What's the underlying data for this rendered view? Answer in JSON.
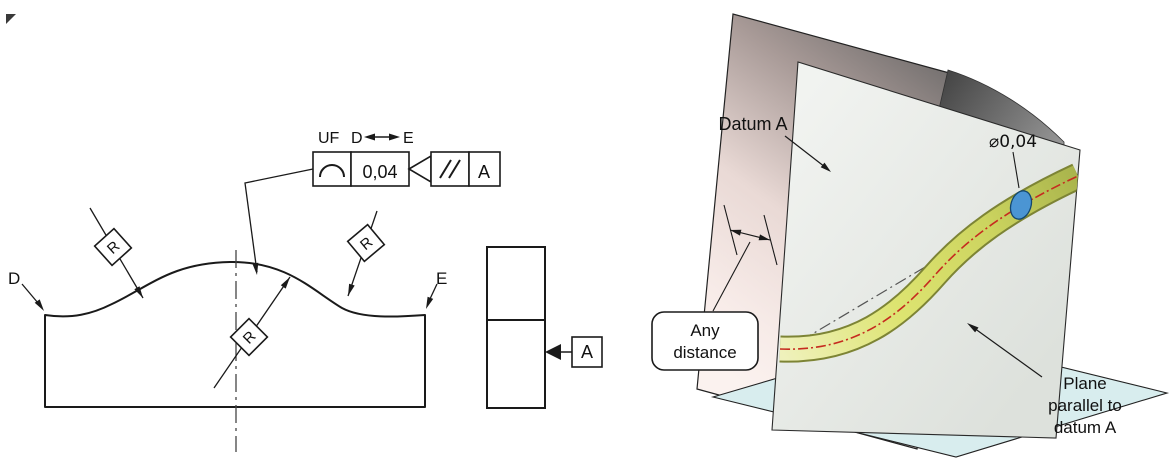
{
  "fcf": {
    "uf_label": "UF",
    "from_label": "D",
    "to_label": "E",
    "tolerance": "0,04",
    "datum": "A"
  },
  "labels_2d": {
    "r_left": "R",
    "r_middle": "R",
    "r_right": "R",
    "edge_left": "D",
    "edge_right": "E",
    "datum_box": "A"
  },
  "scene_3d": {
    "datum_label": "Datum A",
    "zone_label": "⌀0,04",
    "any_line1": "Any",
    "any_line2": "distance",
    "plane_line1": "Plane",
    "plane_line2": "parallel to",
    "plane_line3": "datum A"
  },
  "colors": {
    "base_plane": "#d8edee",
    "front_plane_hint": "#e9ebe8",
    "datum_plane_pink": "#f3e3e0",
    "band_fill": "#d6dd72",
    "band_edge": "#7d8435",
    "nominal_line_red": "#c62b1f",
    "zone_circle_blue": "#4b95d3",
    "outline": "#1a1a1a"
  }
}
